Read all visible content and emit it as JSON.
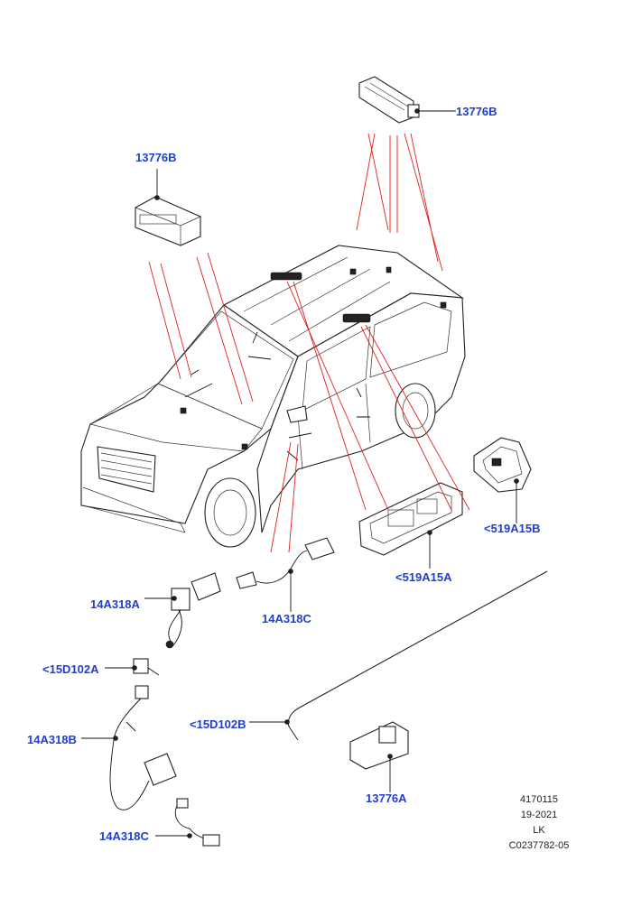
{
  "callouts": {
    "c1": "13776B",
    "c2": "13776B",
    "c3": "<519A15B",
    "c4": "<519A15A",
    "c5": "14A318A",
    "c6": "14A318C",
    "c7": "<15D102A",
    "c8": "<15D102B",
    "c9": "14A318B",
    "c10": "13776A",
    "c11": "14A318C"
  },
  "info": {
    "line1": "4170115",
    "line2": "19-2021",
    "line3": "LK",
    "line4": "C0237782-05"
  }
}
